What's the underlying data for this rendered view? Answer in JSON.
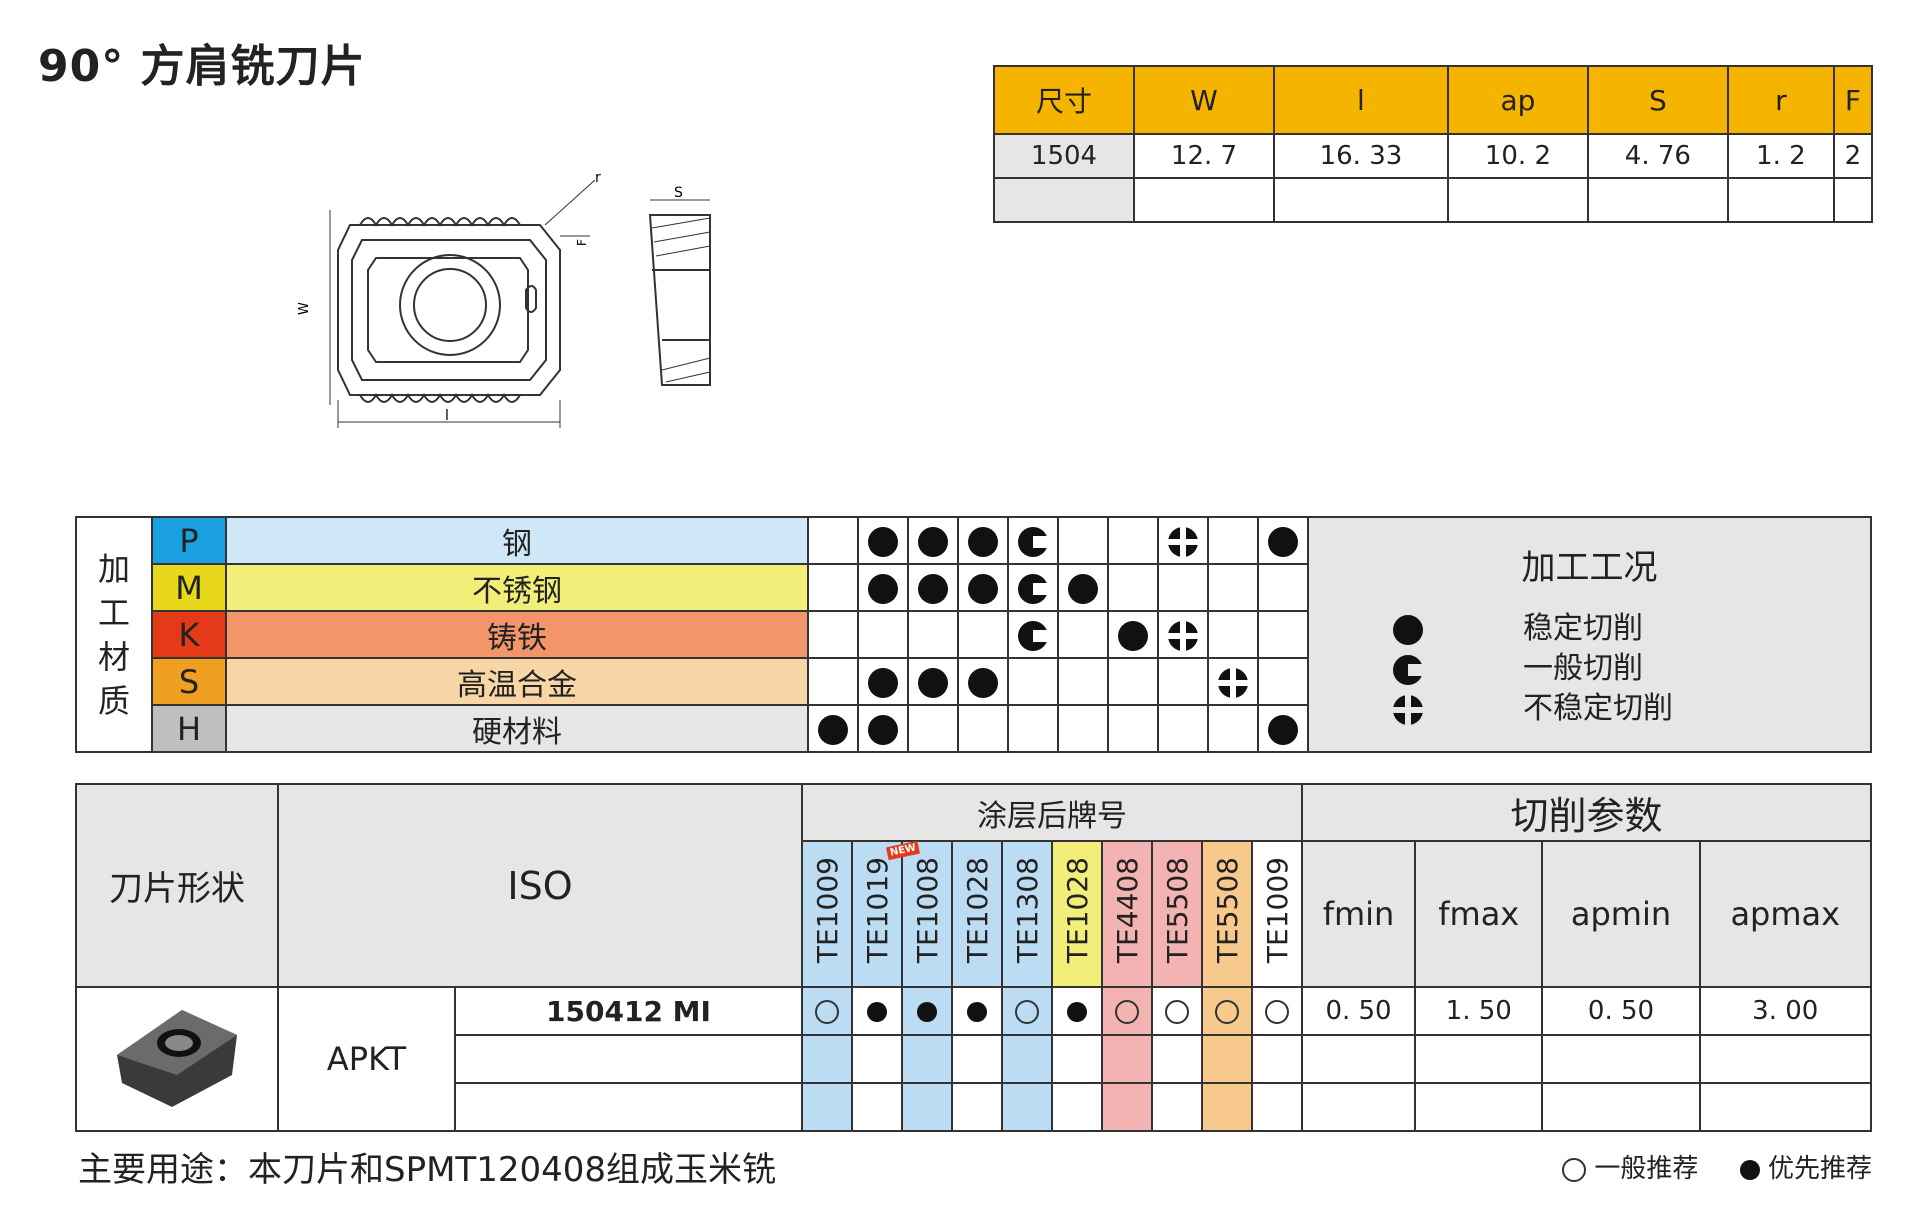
{
  "title": "90°  方肩铣刀片",
  "dims": {
    "headers": [
      "尺寸",
      "W",
      "l",
      "ap",
      "S",
      "r",
      "F"
    ],
    "row1": [
      "1504",
      "12. 7",
      "16. 33",
      "10. 2",
      "4. 76",
      "1. 2",
      "2"
    ]
  },
  "drawing": {
    "labels": {
      "r": "r",
      "F": "F",
      "W": "W",
      "l": "l",
      "S": "S"
    }
  },
  "material": {
    "side_label": "加\n工\n材\n质",
    "rows": [
      {
        "code": "P",
        "name": "钢",
        "code_color": "#1aa0e0",
        "name_color": "#cfe8f8"
      },
      {
        "code": "M",
        "name": "不锈钢",
        "code_color": "#e7d81c",
        "name_color": "#f2ee7a"
      },
      {
        "code": "K",
        "name": "铸铁",
        "code_color": "#e53a1a",
        "name_color": "#f2956a"
      },
      {
        "code": "S",
        "name": "高温合金",
        "code_color": "#f0a020",
        "name_color": "#f8d6a6"
      },
      {
        "code": "H",
        "name": "硬材料",
        "code_color": "#bfbfbf",
        "name_color": "#e6e6e6"
      }
    ],
    "legend_title": "加工工况",
    "legend": [
      "稳定切削",
      "一般切削",
      "不稳定切削"
    ]
  },
  "grades": {
    "shape_label": "刀片形状",
    "iso_label": "ISO",
    "coated_label": "涂层后牌号",
    "grades": [
      "TE1009",
      "TE1019",
      "TE1008",
      "TE1028",
      "TE1308",
      "TE1028",
      "TE4408",
      "TE5508",
      "TE5508",
      "TE1009"
    ],
    "new_label": "NEW",
    "params_label": "切削参数",
    "params": [
      "fmin",
      "fmax",
      "apmin",
      "apmax"
    ],
    "series": "APKT",
    "model": "150412 MI",
    "values": [
      "0. 50",
      "1. 50",
      "0. 50",
      "3. 00"
    ]
  },
  "note": "主要用途：本刀片和SPMT120408组成玉米铣",
  "legend2": {
    "general": "一般推荐",
    "preferred": "优先推荐"
  },
  "colors": {
    "orange": "#f4b400",
    "blue": "#bcdcf3",
    "yellow": "#f2ee7a",
    "pink": "#f3b3b3",
    "peach": "#f8c98d",
    "gray": "#e6e6e6"
  }
}
